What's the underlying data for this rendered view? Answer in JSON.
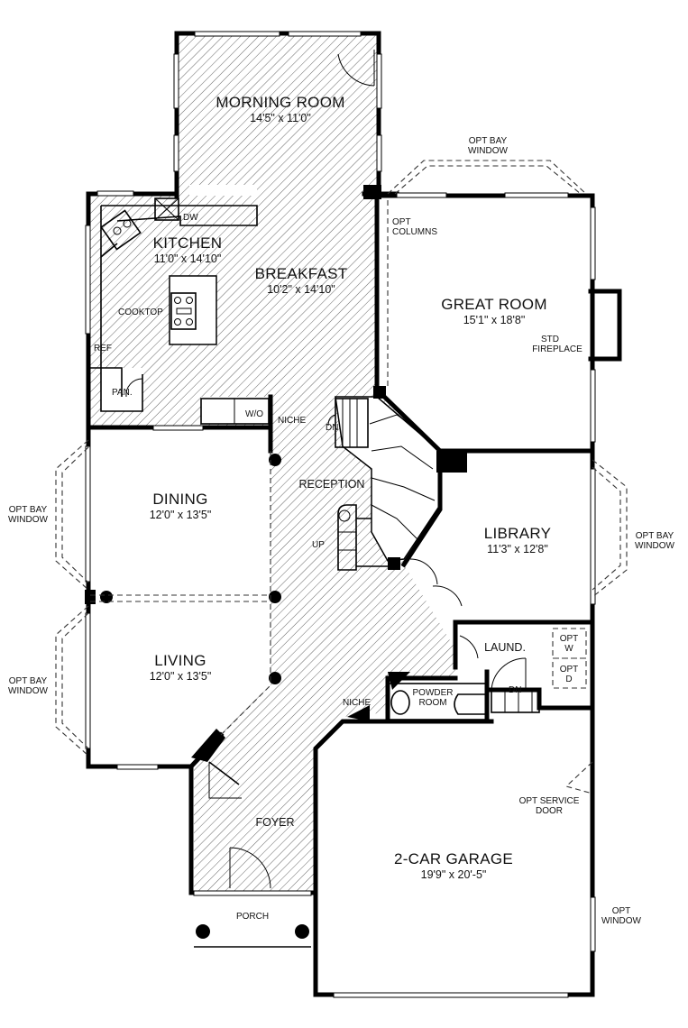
{
  "rooms": {
    "morning_room": {
      "name": "MORNING ROOM",
      "dims": "14'5\" x 11'0\""
    },
    "kitchen": {
      "name": "KITCHEN",
      "dims": "11'0\" x 14'10\""
    },
    "breakfast": {
      "name": "BREAKFAST",
      "dims": "10'2\" x 14'10\""
    },
    "great_room": {
      "name": "GREAT ROOM",
      "dims": "15'1\" x 18'8\""
    },
    "dining": {
      "name": "DINING",
      "dims": "12'0\" x 13'5\""
    },
    "living": {
      "name": "LIVING",
      "dims": "12'0\" x 13'5\""
    },
    "library": {
      "name": "LIBRARY",
      "dims": "11'3\" x 12'8\""
    },
    "reception": {
      "name": "RECEPTION"
    },
    "foyer": {
      "name": "FOYER"
    },
    "porch": {
      "name": "PORCH"
    },
    "garage": {
      "name": "2-CAR GARAGE",
      "dims": "19'9\" x 20'-5\""
    },
    "laundry": {
      "name": "LAUND."
    },
    "powder": {
      "line1": "POWDER",
      "line2": "ROOM"
    }
  },
  "labels": {
    "dw": "DW",
    "cooktop": "COOKTOP",
    "ref": "REF",
    "pan": "PAN.",
    "wo": "W/O",
    "niche_upper": "NICHE",
    "niche_lower": "NICHE",
    "dn_stair": "DN",
    "up_stair": "UP",
    "dn_garage": "DN",
    "opt_columns": [
      "OPT",
      "COLUMNS"
    ],
    "std_fireplace": [
      "STD",
      "FIREPLACE"
    ],
    "opt_bay_top": [
      "OPT BAY",
      "WINDOW"
    ],
    "opt_bay_right": [
      "OPT BAY",
      "WINDOW"
    ],
    "opt_bay_dining": [
      "OPT BAY",
      "WINDOW"
    ],
    "opt_bay_living": [
      "OPT BAY",
      "WINDOW"
    ],
    "opt_w": [
      "OPT",
      "W"
    ],
    "opt_d": [
      "OPT",
      "D"
    ],
    "opt_service_door": [
      "OPT SERVICE",
      "DOOR"
    ],
    "opt_window": [
      "OPT",
      "WINDOW"
    ]
  }
}
